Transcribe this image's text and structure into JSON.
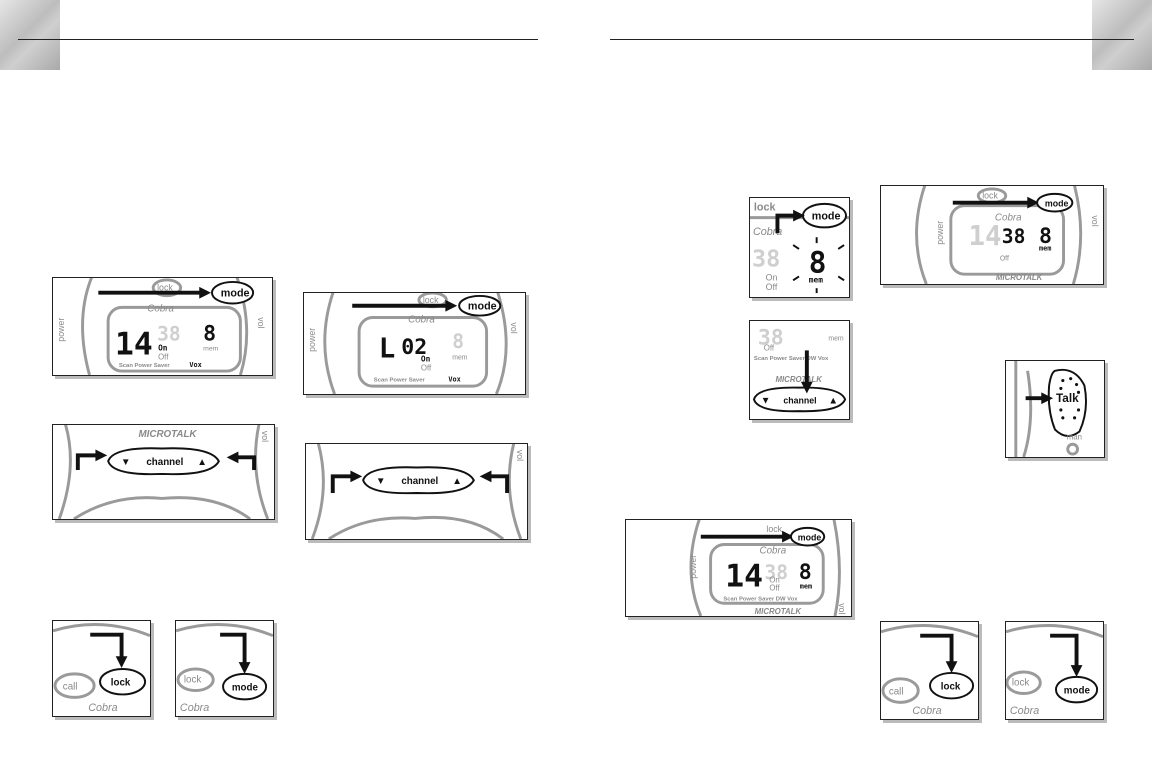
{
  "labels": {
    "mode": "mode",
    "lock": "lock",
    "call": "call",
    "channel": "channel",
    "talk": "Talk",
    "brand": "Cobra",
    "power": "power",
    "vol": "vol",
    "on": "On",
    "off": "Off",
    "mem": "mem",
    "microtalk": "MICROTALK",
    "scan_row": "Scan Power Saver",
    "scan_row_dw": "Scan Power Saver DW Vox",
    "vox": "Vox",
    "man": "man",
    "down_arrow": "▼",
    "up_arrow": "▲"
  },
  "lcd": {
    "ch_main": "14",
    "ch_ghost": "38",
    "code": "8",
    "level": "L",
    "level_value": "02"
  }
}
